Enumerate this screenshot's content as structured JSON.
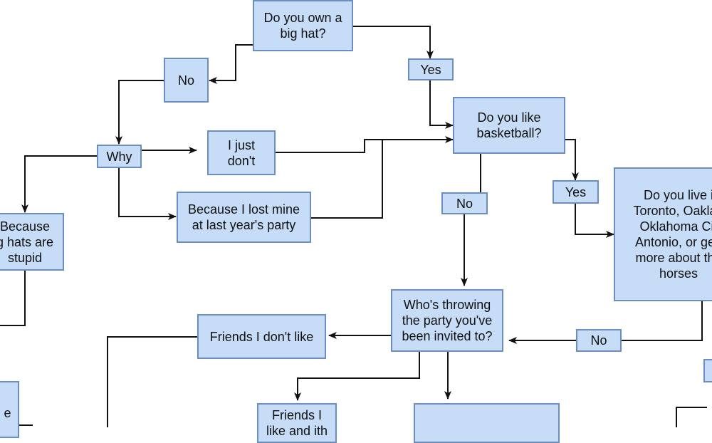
{
  "colors": {
    "box_fill": "#c6dcf7",
    "box_border": "#6c8ebf",
    "connector": "#111111",
    "text": "#111111"
  },
  "nodes": {
    "q_big_hat": "Do you own a\nbig hat?",
    "ans_no_hat": "No",
    "ans_yes_hat": "Yes",
    "q_why": "Why",
    "reason_just_dont": "I just\ndon't",
    "reason_lost_mine": "Because I lost mine\nat last year's party",
    "reason_stupid": "Because\ng hats are\nstupid",
    "q_basketball": "Do you like\nbasketball?",
    "ans_no_basketball": "No",
    "ans_yes_basketball": "Yes",
    "q_live_in": "Do you live i\nToronto, Oaklan\nOklahoma Cit\nAntonio, or gen\nmore about the\nhorses",
    "q_who_throwing": "Who's throwing\nthe party you've\nbeen invited to?",
    "ans_no_live_in": "No",
    "ans_friends_dont_like": "Friends I don't like",
    "ans_friends_like": "Friends I\nlike and ith",
    "node_partial_left": "e",
    "node_partial_bottom": "",
    "node_partial_right": ""
  }
}
